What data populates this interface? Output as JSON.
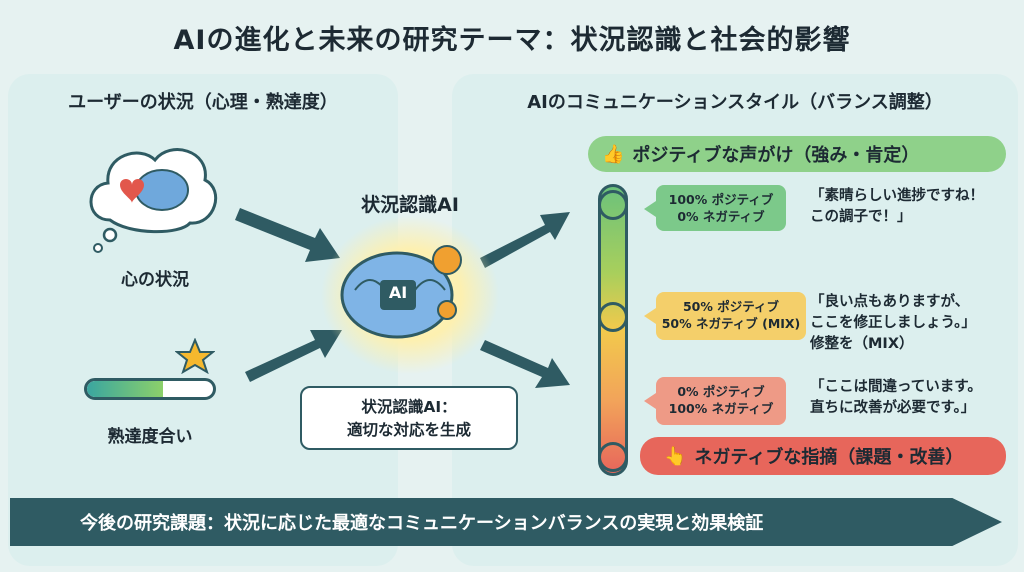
{
  "title": "AIの進化と未来の研究テーマ：状況認識と社会的影響",
  "left_panel": {
    "header": "ユーザーの状況（心理・熟達度）",
    "mind_label": "心の状況",
    "skill_label": "熟達度合い",
    "skill_progress": 0.6
  },
  "center": {
    "ai_label": "状況認識AI",
    "chip_text": "AI",
    "callout": "状況認識AI：\n適切な対応を生成"
  },
  "right_panel": {
    "header": "AIのコミュニケーションスタイル（バランス調整）",
    "positive_pill": "ポジティブな声がけ（強み・肯定）",
    "negative_pill": "ネガティブな指摘（課題・改善）",
    "levels": [
      {
        "line1": "100% ポジティブ",
        "line2": "0% ネガティブ",
        "quote": "「素晴らしい進捗ですね！\nこの調子で！」",
        "color": "#7cc98a"
      },
      {
        "line1": "50% ポジティブ",
        "line2": "50% ネガティブ (MIX)",
        "quote": "「良い点もありますが、\nここを修正しましょう。」\n修整を（MIX）",
        "color": "#f4cf6a"
      },
      {
        "line1": "0% ポジティブ",
        "line2": "100% ネガティブ",
        "quote": "「ここは間違っています。\n直ちに改善が必要です。」",
        "color": "#ee9a86"
      }
    ]
  },
  "banner": "今後の研究課題：状況に応じた最適なコミュニケーションバランスの実現と効果検証"
}
